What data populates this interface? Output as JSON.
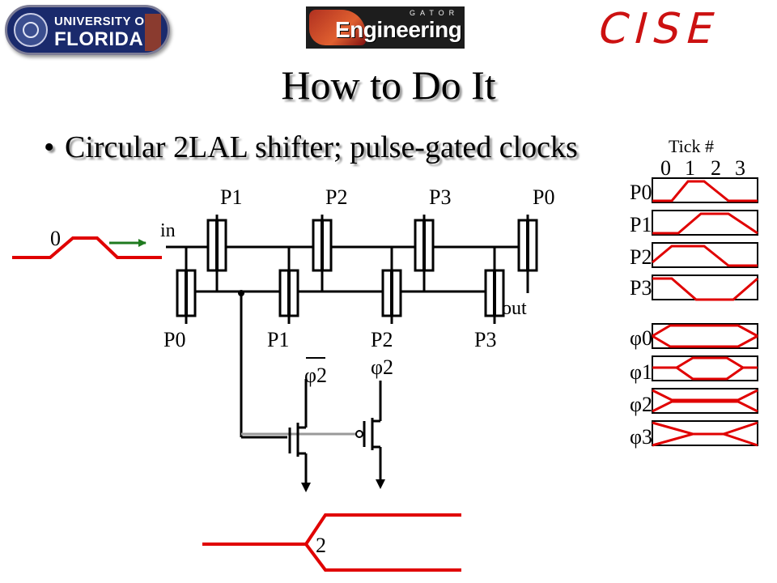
{
  "header": {
    "uf_logo": {
      "line1": "UNIVERSITY OF",
      "line2": "FLORIDA"
    },
    "engineering_logo": {
      "small": "GATOR",
      "main": "Engineering"
    },
    "department": "CISE"
  },
  "slide": {
    "title": "How to Do It",
    "bullet": "Circular 2LAL shifter; pulse-gated clocks"
  },
  "diagram": {
    "input_value": "0",
    "in_label": "in",
    "out_label": "out",
    "output_value": "2",
    "top_labels": [
      "P1",
      "P2",
      "P3",
      "P0"
    ],
    "bottom_labels": [
      "P0",
      "P1",
      "P2",
      "P3"
    ],
    "phi_bar_label": "φ2",
    "phi_label": "φ2"
  },
  "timing": {
    "tick_label": "Tick #",
    "ticks": [
      "0",
      "1",
      "2",
      "3"
    ],
    "p_rows": [
      "P0",
      "P1",
      "P2",
      "P3"
    ],
    "phi_rows": [
      "φ0",
      "φ1",
      "φ2",
      "φ3"
    ]
  },
  "colors": {
    "signal": "#e00000",
    "arrow": "#1f7a1f",
    "cise": "#cc1111"
  }
}
